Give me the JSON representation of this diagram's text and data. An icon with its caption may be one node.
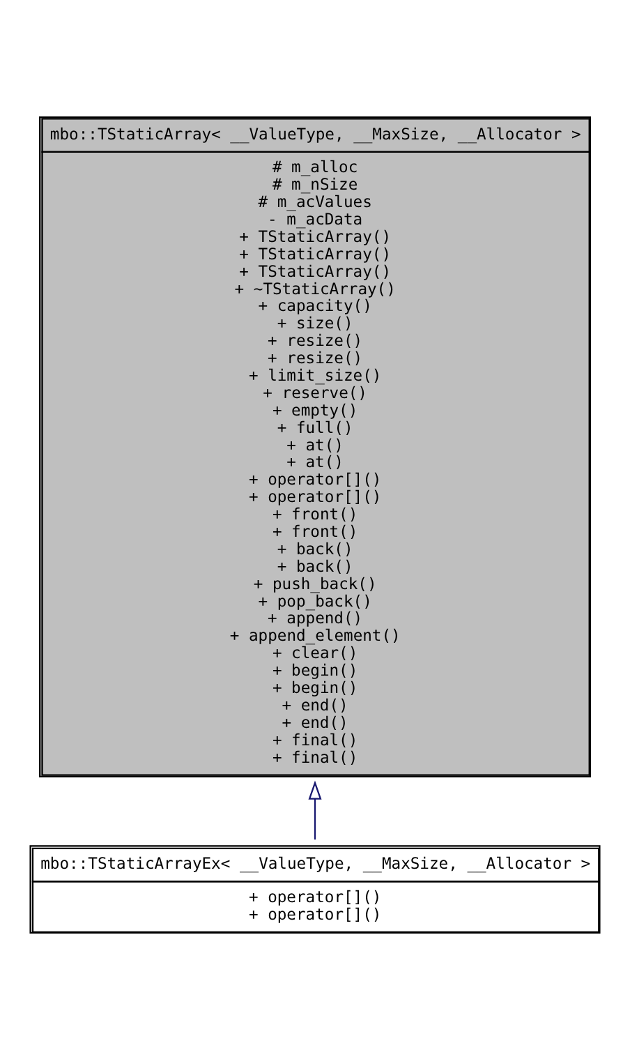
{
  "diagram": {
    "nodes": [
      {
        "text": [
          "mbo::TStaticArray< __ValueType, __MaxSize, __Allocator >",
          "# m_alloc",
          "# m_nSize",
          "# m_acValues",
          "- m_acData",
          "+ TStaticArray()",
          "+ TStaticArray()",
          "+ TStaticArray()",
          "+ ~TStaticArray()",
          "+ capacity()",
          "+ size()",
          "+ resize()",
          "+ resize()",
          "+ limit_size()",
          "+ reserve()",
          "+ empty()",
          "+ full()",
          "+ at()",
          "+ at()",
          "+ operator[]()",
          "+ operator[]()",
          "+ front()",
          "+ front()",
          "+ back()",
          "+ back()",
          "+ push_back()",
          "+ pop_back()",
          "+ append()",
          "+ append_element()",
          "+ clear()",
          "+ begin()",
          "+ begin()",
          "+ end()",
          "+ end()",
          "+ final()",
          "+ final()"
        ]
      },
      {
        "text": [
          "mbo::TStaticArrayEx< __ValueType, __MaxSize, __Allocator >",
          "+ operator[]()",
          "+ operator[]()"
        ]
      }
    ],
    "edges": [
      {
        "from": 1,
        "to": 0,
        "arrow": "to"
      }
    ]
  }
}
